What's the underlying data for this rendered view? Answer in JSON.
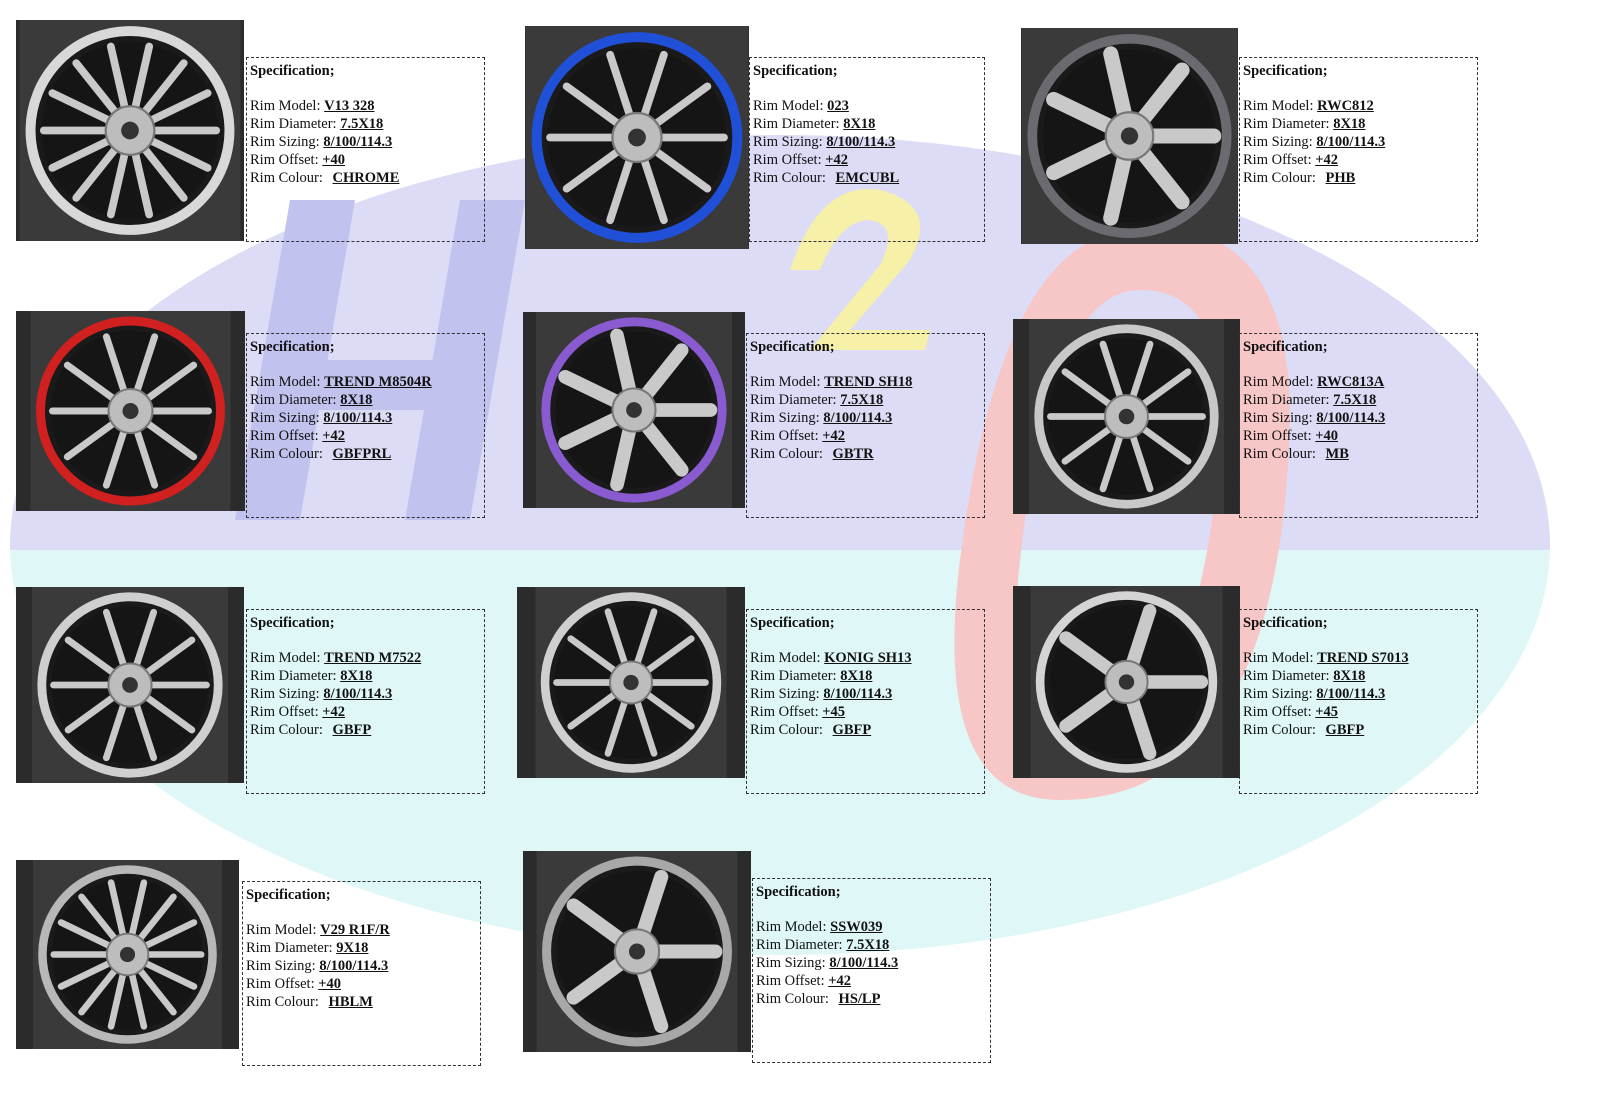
{
  "labels": {
    "heading": "Specification;",
    "model": "Rim Model: ",
    "diameter": "Rim Diameter: ",
    "sizing": "Rim Sizing: ",
    "offset": "Rim Offset: ",
    "colour": "Rim Colour: "
  },
  "watermark": {
    "text_h": "H",
    "text_2": "2",
    "text_o": "O",
    "colors": {
      "top_band": "#dcdcf6",
      "bottom_band": "#dff7f7",
      "h": "#c8c8f0",
      "two": "#f6f0b0",
      "o": "#f8c8c8"
    }
  },
  "rims": [
    {
      "model": "V13 328",
      "diameter": "7.5X18",
      "sizing": "8/100/114.3",
      "offset": "+40",
      "colour": "CHROME",
      "photo_icon": "rim-photo-icon",
      "accent": "#d8d8d8"
    },
    {
      "model": "023",
      "diameter": "8X18",
      "sizing": "8/100/114.3",
      "offset": "+42",
      "colour": "EMCUBL",
      "photo_icon": "rim-photo-icon",
      "accent": "#2050d8"
    },
    {
      "model": "RWC812",
      "diameter": "8X18",
      "sizing": "8/100/114.3",
      "offset": "+42",
      "colour": "PHB",
      "photo_icon": "rim-photo-icon",
      "accent": "#6a6a70"
    },
    {
      "model": "TREND M8504R",
      "diameter": "8X18",
      "sizing": "8/100/114.3",
      "offset": "+42",
      "colour": "GBFPRL",
      "photo_icon": "rim-photo-icon",
      "accent": "#d02020"
    },
    {
      "model": "TREND SH18",
      "diameter": "7.5X18",
      "sizing": "8/100/114.3",
      "offset": "+42",
      "colour": "GBTR",
      "photo_icon": "rim-photo-icon",
      "accent": "#8a5ad0"
    },
    {
      "model": "RWC813A",
      "diameter": "7.5X18",
      "sizing": "8/100/114.3",
      "offset": "+40",
      "colour": "MB",
      "photo_icon": "rim-photo-icon",
      "accent": "#c8c8c8"
    },
    {
      "model": "TREND M7522",
      "diameter": "8X18",
      "sizing": "8/100/114.3",
      "offset": "+42",
      "colour": "GBFP",
      "photo_icon": "rim-photo-icon",
      "accent": "#cfcfcf"
    },
    {
      "model": "KONIG SH13",
      "diameter": "8X18",
      "sizing": "8/100/114.3",
      "offset": "+45",
      "colour": "GBFP",
      "photo_icon": "rim-photo-icon",
      "accent": "#cfcfcf"
    },
    {
      "model": "TREND S7013",
      "diameter": "8X18",
      "sizing": "8/100/114.3",
      "offset": "+45",
      "colour": "GBFP",
      "photo_icon": "rim-photo-icon",
      "accent": "#d4d4d4"
    },
    {
      "model": "V29 R1F/R",
      "diameter": "9X18",
      "sizing": "8/100/114.3",
      "offset": "+40",
      "colour": "HBLM",
      "photo_icon": "rim-photo-icon",
      "accent": "#b8b8b8"
    },
    {
      "model": "SSW039",
      "diameter": "7.5X18",
      "sizing": "8/100/114.3",
      "offset": "+42",
      "colour": "HS/LP",
      "photo_icon": "rim-photo-icon",
      "accent": "#a8a8a8"
    }
  ]
}
